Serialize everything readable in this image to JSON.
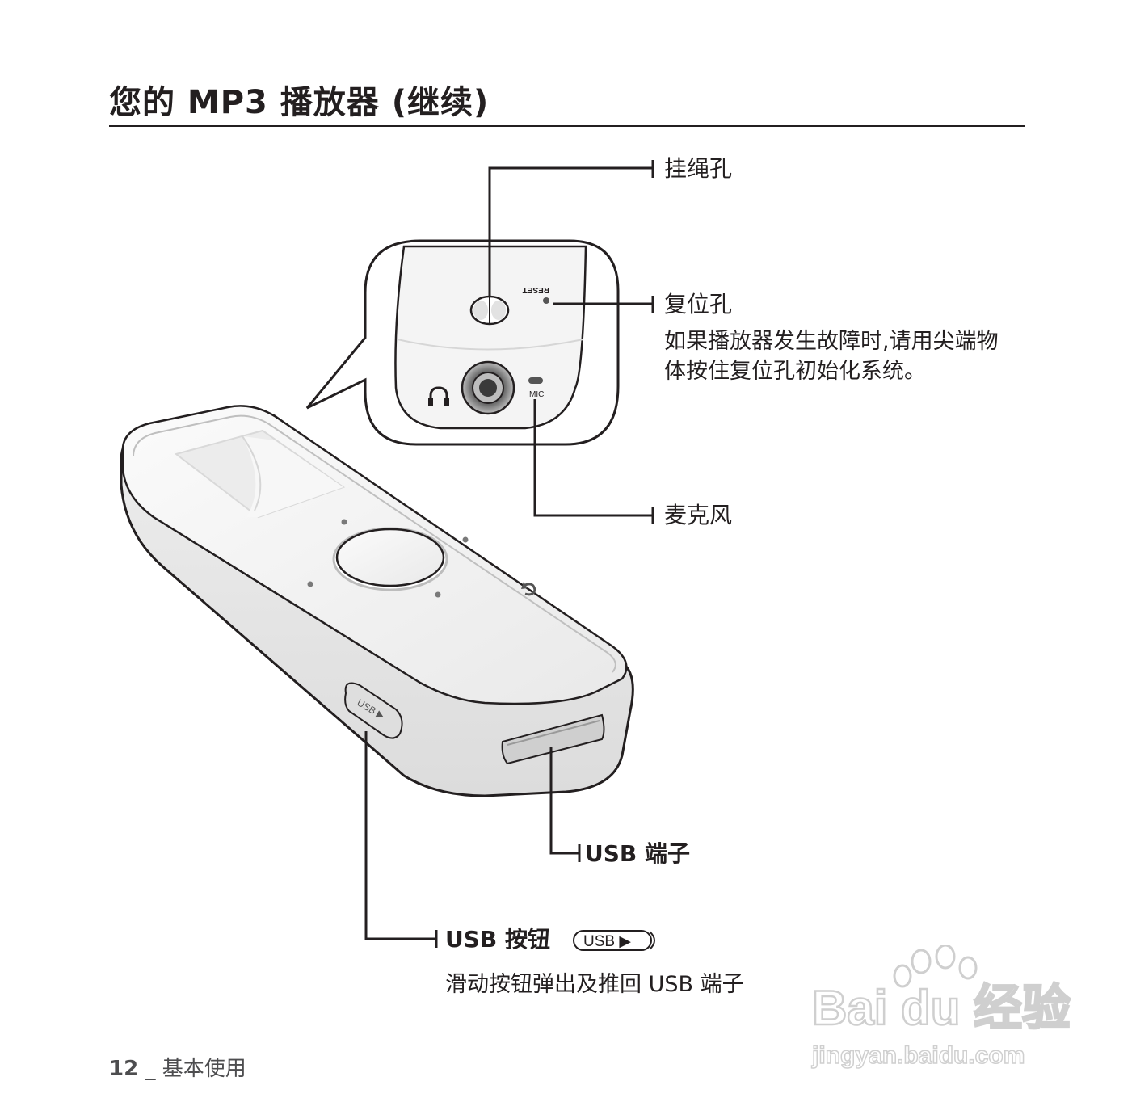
{
  "title": "您的 MP3 播放器 (继续)",
  "labels": {
    "lanyard_hole": "挂绳孔",
    "reset_hole": "复位孔",
    "reset_desc": "如果播放器发生故障时,请用尖端物体按住复位孔初始化系统。",
    "microphone": "麦克风",
    "usb_port": "USB 端子",
    "usb_button": "USB 按钮",
    "usb_button_desc": "滑动按钮弹出及推回 USB 端子"
  },
  "device_markings": {
    "reset": "RESET",
    "mic": "MIC",
    "usb_slider": "USB ▶",
    "usb_pill": "USB ▶"
  },
  "footer": {
    "page_number": "12",
    "separator": "_",
    "section": "基本使用"
  },
  "watermark": {
    "brand": "Bai du 经验",
    "url": "jingyan.baidu.com"
  },
  "colors": {
    "ink": "#231f20",
    "body": "#f2f2f2",
    "edge": "#d0d0d0",
    "watermark": "#cfcfcf"
  },
  "icons": [
    "headphone-icon",
    "back-icon"
  ]
}
